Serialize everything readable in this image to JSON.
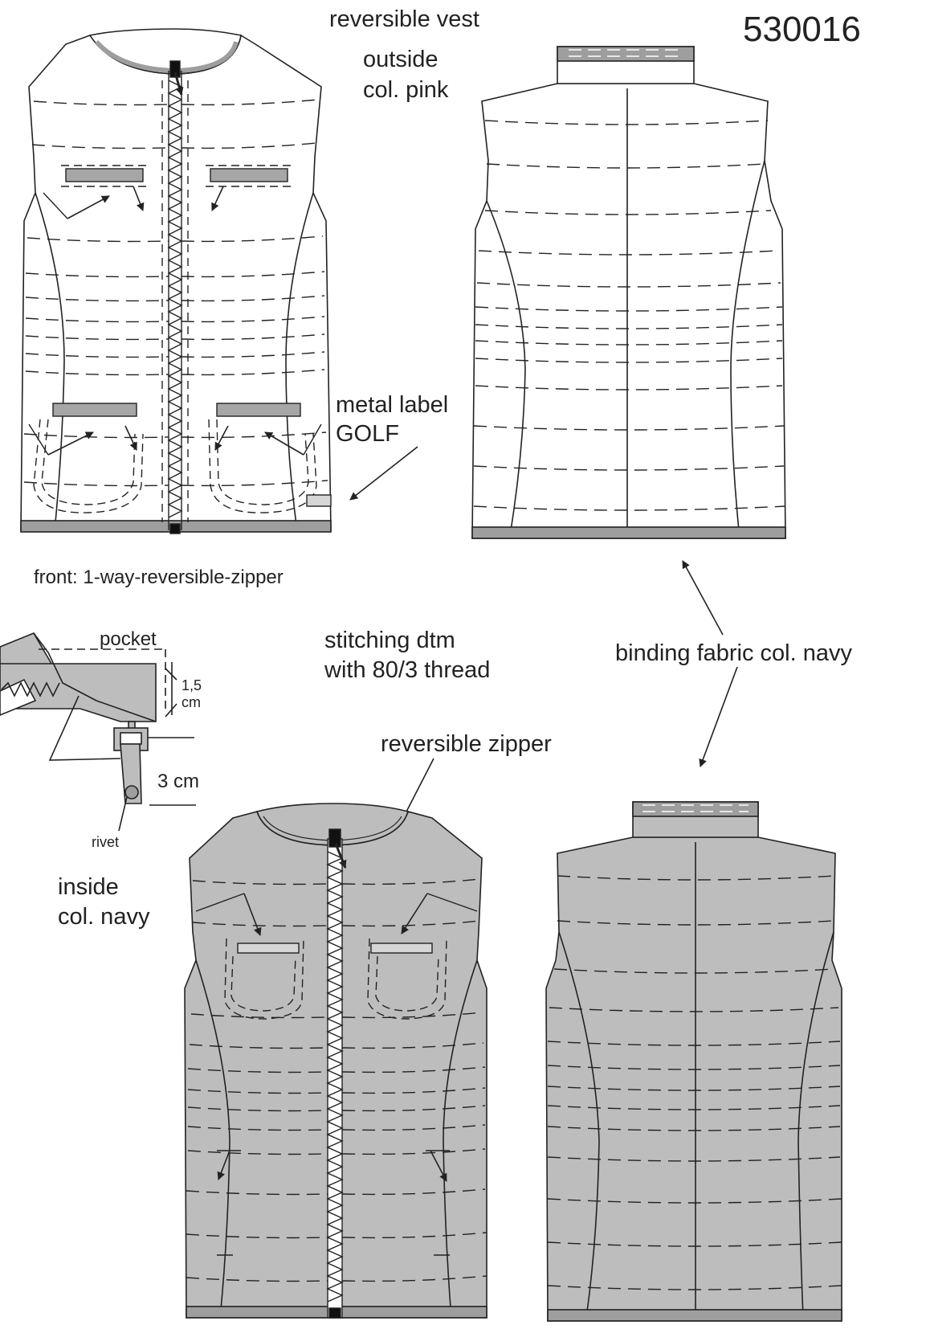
{
  "style_number": "530016",
  "labels": {
    "vest_title": "reversible vest",
    "outside_color": [
      "outside",
      "col. pink"
    ],
    "metal_label": [
      "metal label",
      "GOLF"
    ],
    "front_zipper": "front: 1-way-reversible-zipper",
    "pocket": "pocket",
    "pocket_depth": [
      "1,5",
      "cm"
    ],
    "tab_length": "3 cm",
    "rivet": "rivet",
    "stitching": [
      "stitching dtm",
      "with 80/3 thread"
    ],
    "binding": "binding fabric col. navy",
    "reversible_zipper": "reversible zipper",
    "inside_color": [
      "inside",
      "col. navy"
    ]
  },
  "colors": {
    "outline": "#222222",
    "outside_fill": "#ffffff",
    "inside_fill": "#bdbdbd",
    "binding_fill": "#9e9e9e",
    "pocket_welt": "#a6a6a6",
    "metal_label": "#d6d6d6"
  }
}
